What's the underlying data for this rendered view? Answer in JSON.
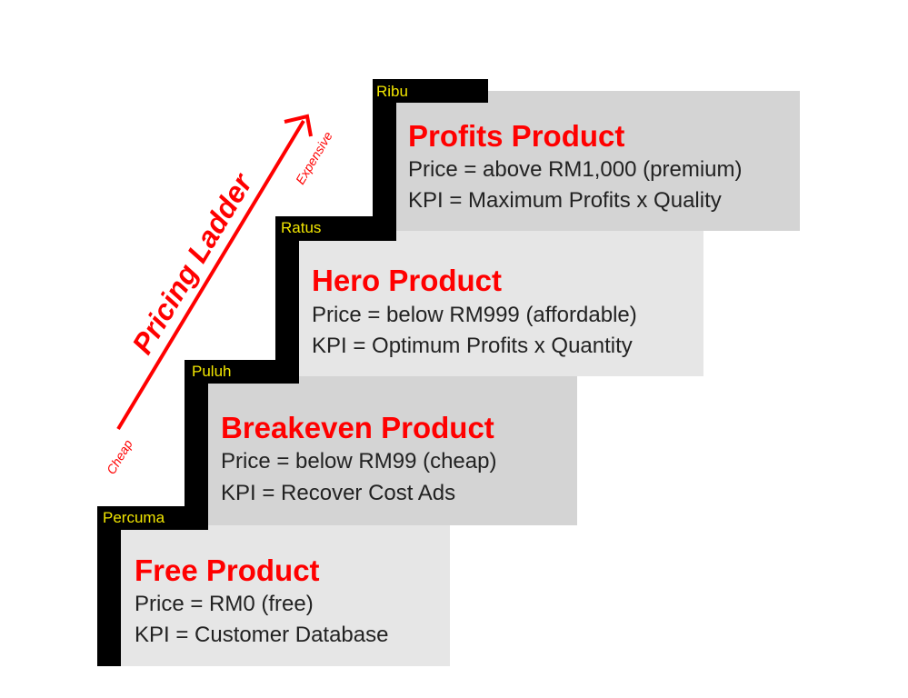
{
  "diagram": {
    "title": "Pricing Ladder",
    "axis_low": "Cheap",
    "axis_high": "Expensive",
    "accent_color": "#ff0000",
    "level_color": "#f2e600",
    "steps": [
      {
        "level": "Percuma",
        "title": "Free Product",
        "price": "Price = RM0 (free)",
        "kpi": "KPI = Customer Database"
      },
      {
        "level": "Puluh",
        "title": "Breakeven Product",
        "price": "Price = below RM99 (cheap)",
        "kpi": "KPI = Recover Cost Ads"
      },
      {
        "level": "Ratus",
        "title": "Hero Product",
        "price": "Price = below RM999 (affordable)",
        "kpi": "KPI = Optimum Profits x Quantity"
      },
      {
        "level": "Ribu",
        "title": "Profits Product",
        "price": "Price = above RM1,000 (premium)",
        "kpi": "KPI = Maximum Profits x Quality"
      }
    ]
  }
}
